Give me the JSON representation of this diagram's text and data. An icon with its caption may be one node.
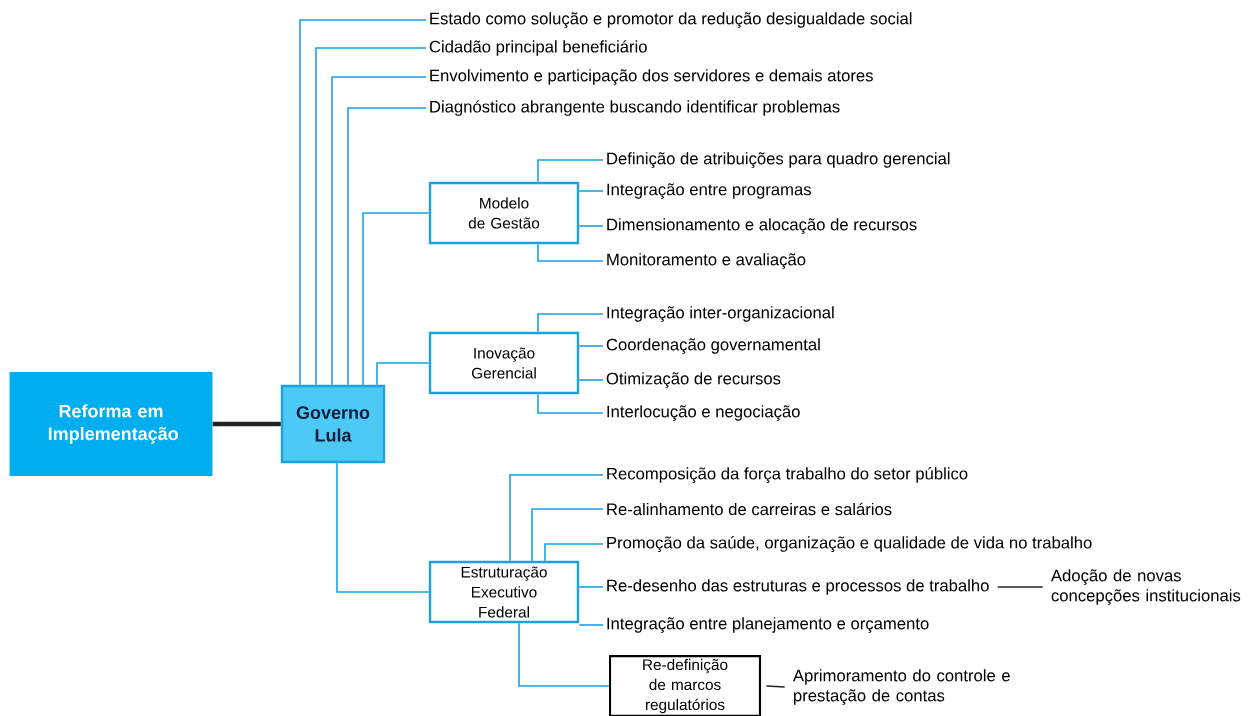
{
  "diagram": {
    "nodes": [
      {
        "text": [
          "Reforma em Implementação"
        ]
      },
      {
        "text": [
          "Governo Lula"
        ]
      },
      {
        "text": [
          "Estado como solução e promotor da redução desigualdade social"
        ]
      },
      {
        "text": [
          "Cidadão principal beneficiário"
        ]
      },
      {
        "text": [
          "Envolvimento e participação dos servidores e demais atores"
        ]
      },
      {
        "text": [
          "Diagnóstico abrangente buscando identificar problemas"
        ]
      },
      {
        "text": [
          "Modelo de Gestão"
        ]
      },
      {
        "text": [
          "Definição de atribuições para quadro gerencial"
        ]
      },
      {
        "text": [
          "Integração entre programas"
        ]
      },
      {
        "text": [
          "Dimensionamento e alocação de recursos"
        ]
      },
      {
        "text": [
          "Monitoramento e avaliação"
        ]
      },
      {
        "text": [
          "Inovação Gerencial"
        ]
      },
      {
        "text": [
          "Integração inter-organizacional"
        ]
      },
      {
        "text": [
          "Coordenação governamental"
        ]
      },
      {
        "text": [
          "Otimização de recursos"
        ]
      },
      {
        "text": [
          "Interlocução e negociação"
        ]
      },
      {
        "text": [
          "Estruturação Executivo Federal"
        ]
      },
      {
        "text": [
          "Recomposição da força trabalho do setor público"
        ]
      },
      {
        "text": [
          "Re-alinhamento de carreiras e salários"
        ]
      },
      {
        "text": [
          "Promoção da saúde, organização e qualidade de vida no trabalho"
        ]
      },
      {
        "text": [
          "Re-desenho das estruturas e processos de trabalho"
        ]
      },
      {
        "text": [
          "Integração entre planejamento e orçamento"
        ]
      },
      {
        "text": [
          "Adoção de novas concepções institucionais"
        ]
      },
      {
        "text": [
          "Re-definição de marcos regulatórios"
        ]
      },
      {
        "text": [
          "Aprimoramento do controle e prestação de contas"
        ]
      }
    ],
    "edges": [
      {
        "from": 0,
        "to": 1,
        "arrow": "none",
        "style": "thick",
        "color": "#222222"
      },
      {
        "from": 1,
        "to": 2,
        "arrow": "none"
      },
      {
        "from": 1,
        "to": 3,
        "arrow": "none"
      },
      {
        "from": 1,
        "to": 4,
        "arrow": "none"
      },
      {
        "from": 1,
        "to": 5,
        "arrow": "none"
      },
      {
        "from": 1,
        "to": 6,
        "arrow": "none"
      },
      {
        "from": 1,
        "to": 11,
        "arrow": "none"
      },
      {
        "from": 1,
        "to": 16,
        "arrow": "none"
      },
      {
        "from": 6,
        "to": 7,
        "arrow": "none"
      },
      {
        "from": 6,
        "to": 8,
        "arrow": "none"
      },
      {
        "from": 6,
        "to": 9,
        "arrow": "none"
      },
      {
        "from": 6,
        "to": 10,
        "arrow": "none"
      },
      {
        "from": 11,
        "to": 12,
        "arrow": "none"
      },
      {
        "from": 11,
        "to": 13,
        "arrow": "none"
      },
      {
        "from": 11,
        "to": 14,
        "arrow": "none"
      },
      {
        "from": 11,
        "to": 15,
        "arrow": "none"
      },
      {
        "from": 16,
        "to": 17,
        "arrow": "none"
      },
      {
        "from": 16,
        "to": 18,
        "arrow": "none"
      },
      {
        "from": 16,
        "to": 19,
        "arrow": "none"
      },
      {
        "from": 16,
        "to": 20,
        "arrow": "none"
      },
      {
        "from": 16,
        "to": 21,
        "arrow": "none"
      },
      {
        "from": 20,
        "to": 22,
        "arrow": "none",
        "color": "#222222"
      },
      {
        "from": 16,
        "to": 23,
        "arrow": "none"
      },
      {
        "from": 23,
        "to": 24,
        "arrow": "none",
        "color": "#222222"
      }
    ]
  }
}
